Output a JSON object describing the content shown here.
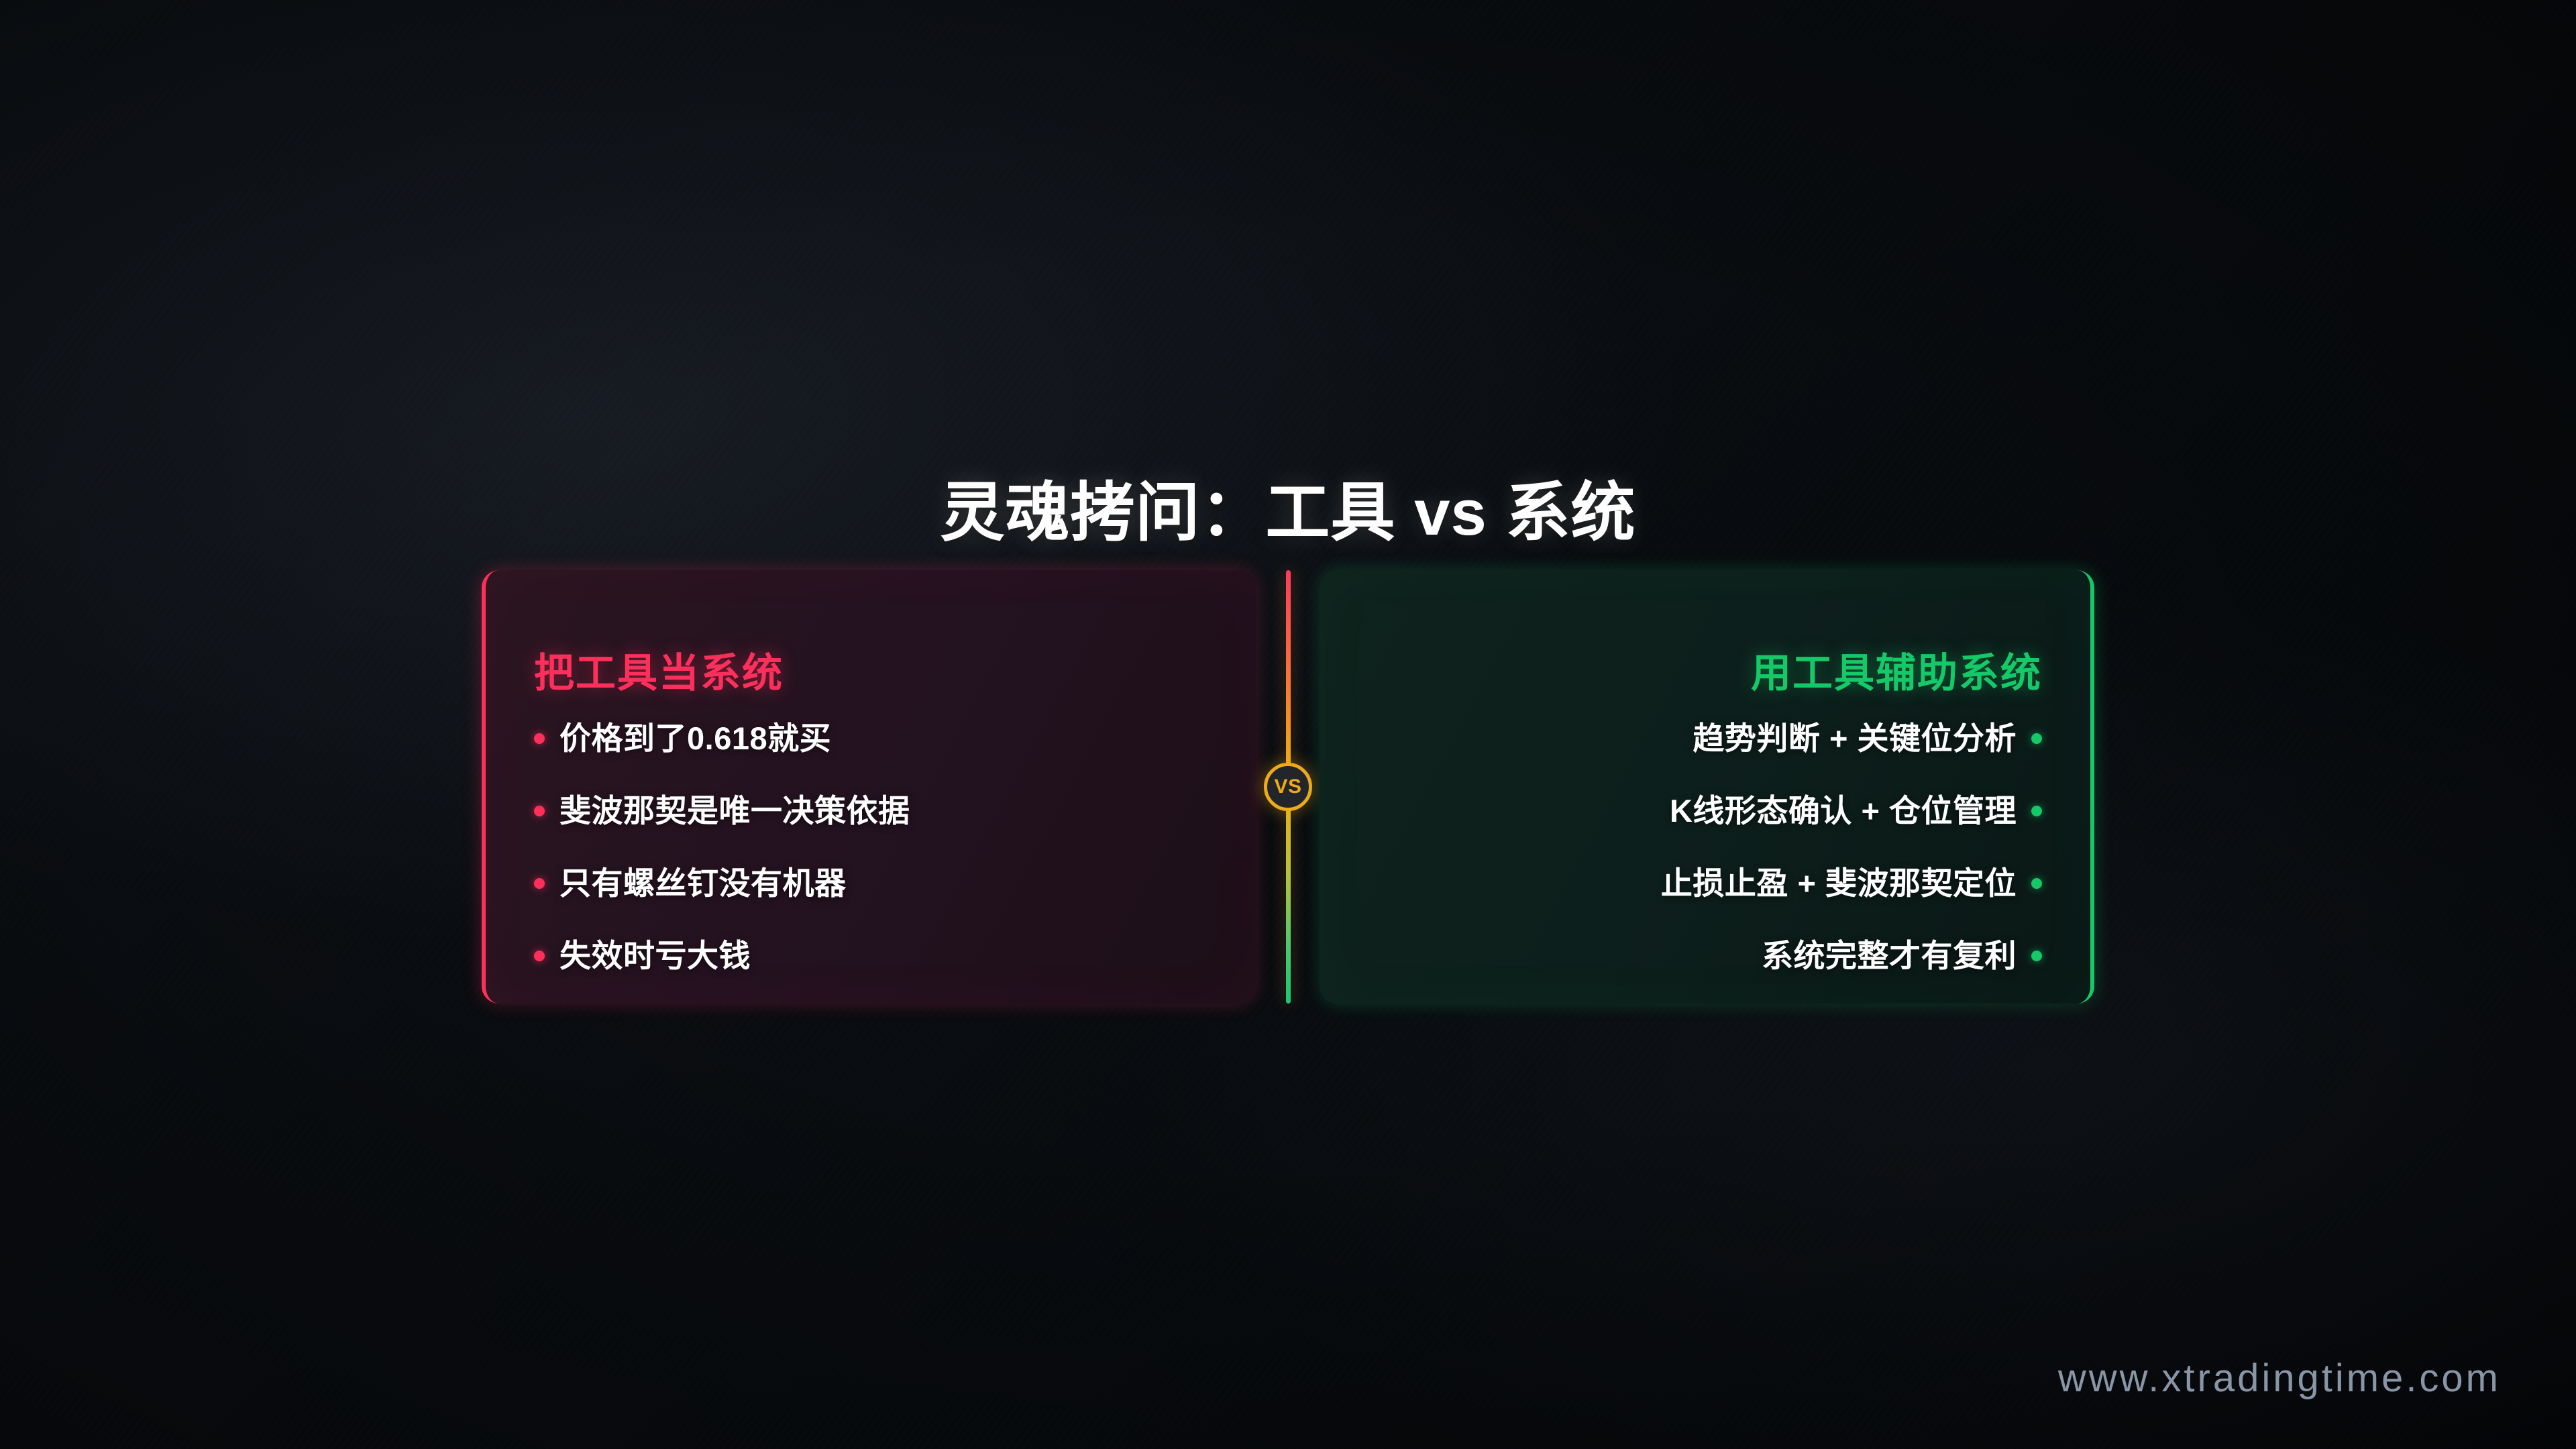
{
  "page": {
    "title": "灵魂拷问：工具 vs 系统",
    "background_color": "#0a0d11"
  },
  "comparison": {
    "negative": {
      "heading": "把工具当系统",
      "accent_color": "#ff2f5b",
      "background_color": "#241220",
      "bullets": [
        "价格到了0.618就买",
        "斐波那契是唯一决策依据",
        "只有螺丝钉没有机器",
        "失效时亏大钱"
      ]
    },
    "positive": {
      "heading": "用工具辅助系统",
      "accent_color": "#15c868",
      "background_color": "#0d1f1c",
      "bullets": [
        "趋势判断 + 关键位分析",
        "K线形态确认 + 仓位管理",
        "止损止盈 + 斐波那契定位",
        "系统完整才有复利"
      ]
    },
    "divider": {
      "badge_label": "VS",
      "badge_color": "#eeaa1b",
      "gradient_from": "#ff3a5e",
      "gradient_mid": "#ecb117",
      "gradient_to": "#17c96e"
    }
  },
  "watermark": {
    "text": "www.xtradingtime.com",
    "color": "#93a2b4"
  }
}
